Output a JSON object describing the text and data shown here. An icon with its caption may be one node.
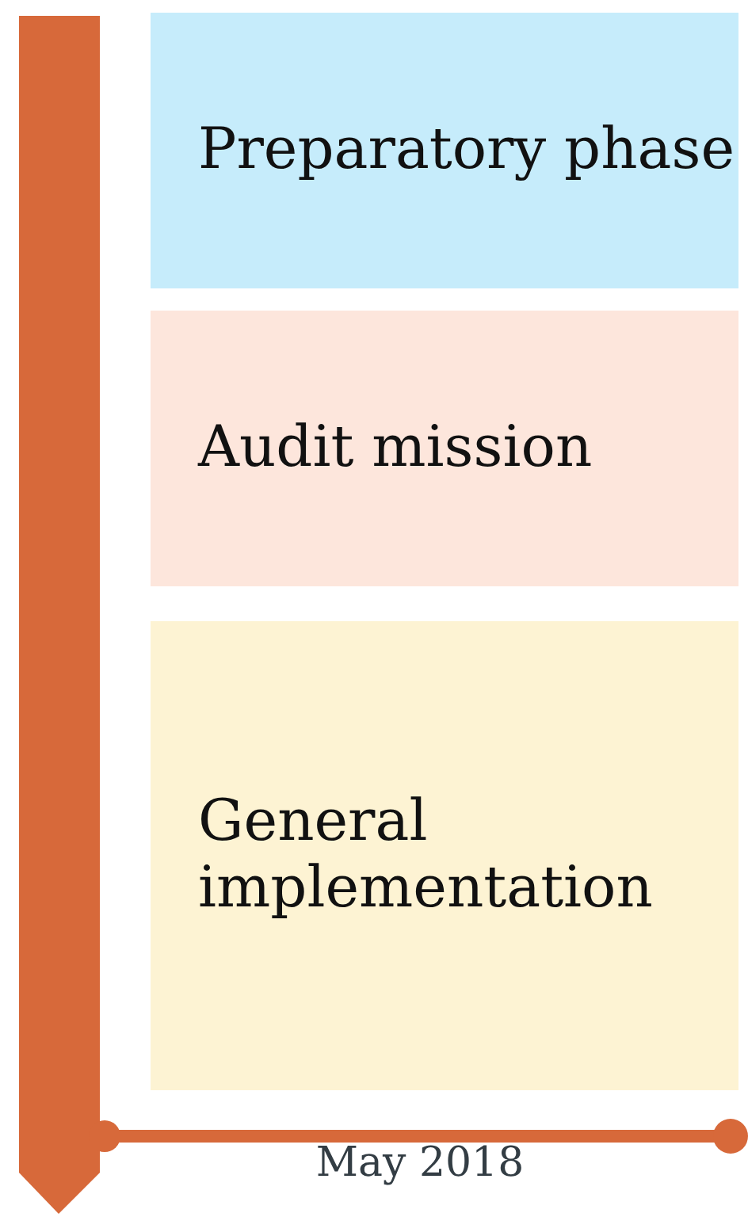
{
  "diagram": {
    "nodes": [
      {
        "text": [
          "Preparatory phase"
        ]
      },
      {
        "text": [
          "Audit mission"
        ]
      },
      {
        "text": [
          "General implementation"
        ]
      }
    ],
    "labels": [
      "May 2018"
    ]
  }
}
